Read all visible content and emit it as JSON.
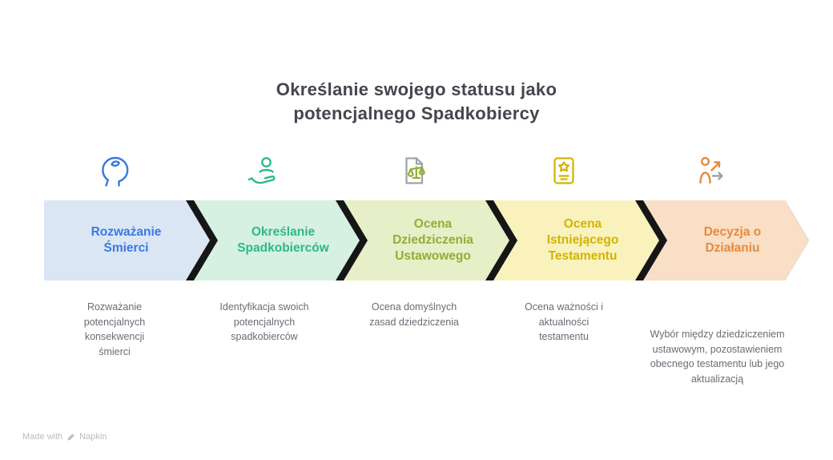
{
  "title": {
    "line1": "Określanie swojego statusu jako",
    "line2": "potencjalnego Spadkobiercy"
  },
  "steps": [
    {
      "label": "Rozważanie Śmierci",
      "description": "Rozważanie potencjalnych konsekwencji śmierci",
      "icon": "head-profile-icon",
      "fill_color": "#dbe6f5",
      "text_color": "#3a78e0"
    },
    {
      "label": "Określanie Spadkobierców",
      "description": "Identyfikacja swoich potencjalnych spadkobierców",
      "icon": "hand-holding-person-icon",
      "fill_color": "#d6f1e2",
      "text_color": "#2eb889"
    },
    {
      "label": "Ocena Dziedziczenia Ustawowego",
      "description": "Ocena domyślnych zasad dziedziczenia",
      "icon": "document-scales-icon",
      "fill_color": "#e6efc7",
      "text_color": "#95ad33"
    },
    {
      "label": "Ocena Istniejącego Testamentu",
      "description": "Ocena ważności i aktualności testamentu",
      "icon": "scroll-seal-icon",
      "fill_color": "#faf2bd",
      "text_color": "#d2b300"
    },
    {
      "label": "Decyzja o Działaniu",
      "description": "Wybór między dziedziczeniem ustawowym, pozostawieniem obecnego testamentu lub jego aktualizacją",
      "icon": "decision-person-icon",
      "fill_color": "#f8dfc6",
      "text_color": "#e98a3c"
    }
  ],
  "footer": {
    "made_with": "Made with",
    "brand": "Napkin",
    "pen_icon": "pen-icon"
  },
  "colors": {
    "background": "#ffffff",
    "title_text": "#45454e",
    "description_text": "#6b6b75",
    "separator": "#161616",
    "icon_secondary": "#9aa3ad",
    "watermark_text": "#b8bbc2"
  }
}
